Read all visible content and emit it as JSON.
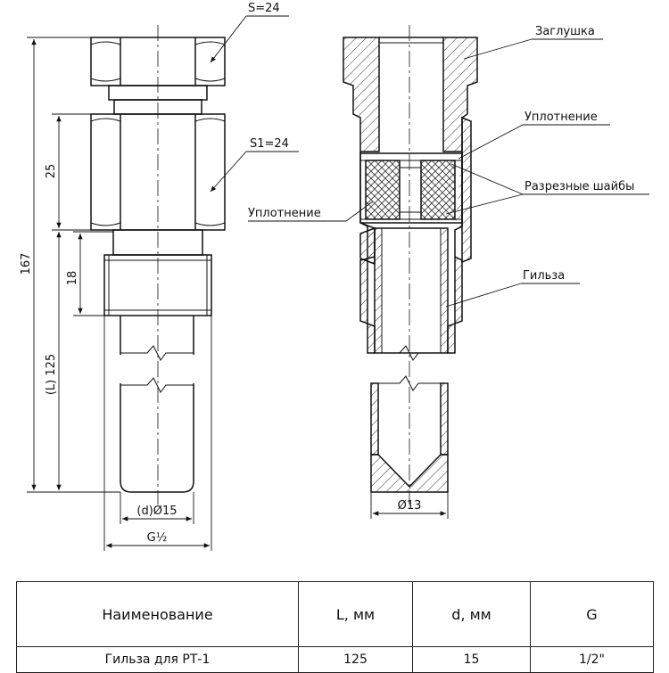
{
  "drawing": {
    "left_view": {
      "hex_top_label": "S=24",
      "hex_body_label": "S1=24",
      "dim_total": "167",
      "dim_body": "25",
      "dim_thread": "18",
      "dim_length": "(L) 125",
      "dim_diameter": "(d)Ø15",
      "dim_thread_size": "G½"
    },
    "right_view": {
      "callout_plug": "Заглушка",
      "callout_seal_top": "Уплотнение",
      "callout_washers": "Разрезные шайбы",
      "callout_seal_left": "Уплотнение",
      "callout_sleeve": "Гильза",
      "dim_inner_diameter": "Ø13"
    }
  },
  "table": {
    "headers": [
      "Наименование",
      "L, мм",
      "d, мм",
      "G"
    ],
    "rows": [
      [
        "Гильза для РТ-1",
        "125",
        "15",
        "1/2\""
      ]
    ]
  }
}
